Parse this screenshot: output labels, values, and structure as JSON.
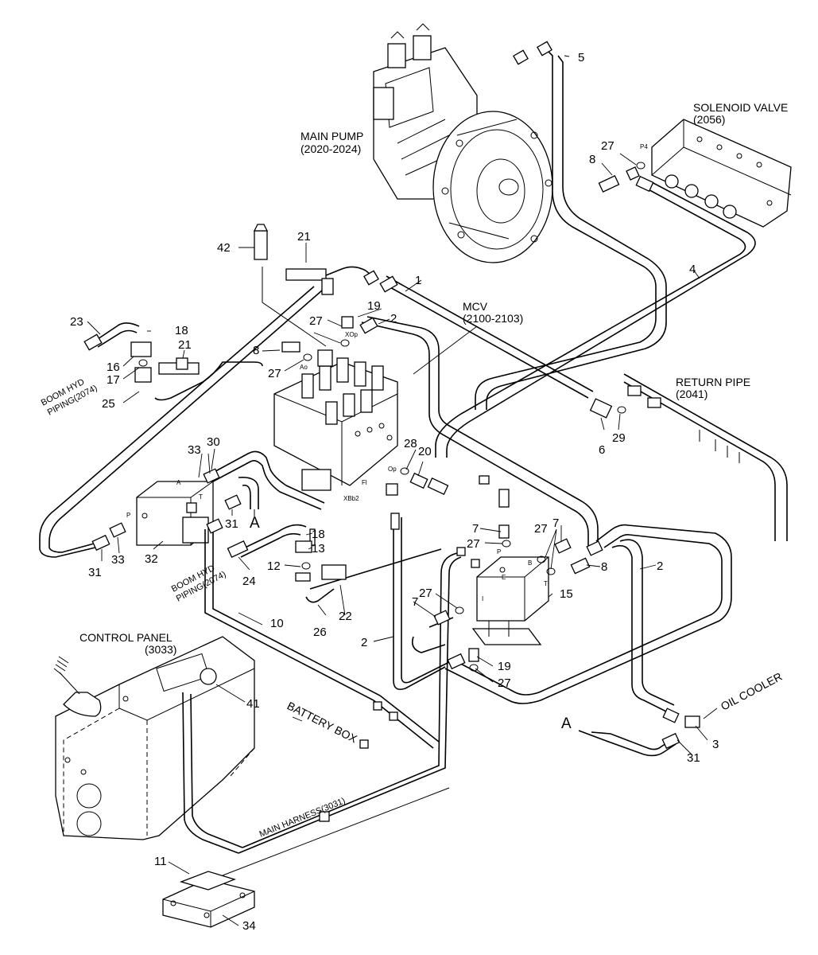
{
  "labels": {
    "main_pump": [
      "MAIN PUMP",
      "(2020-2024)"
    ],
    "solenoid_valve": [
      "SOLENOID VALVE",
      "(2056)"
    ],
    "mcv": [
      "MCV",
      "(2100-2103)"
    ],
    "return_pipe": [
      "RETURN PIPE",
      "(2041)"
    ],
    "control_panel": [
      "CONTROL PANEL",
      "(3033)"
    ],
    "battery_box": "BATTERY BOX",
    "oil_cooler": "OIL COOLER",
    "main_harness": "MAIN HARNESS(3031)",
    "boom_hyd_left": [
      "BOOM HYD",
      "PIPING(2074)"
    ],
    "boom_hyd_mid": [
      "BOOM HYD",
      "PIPING(2074)"
    ],
    "section_a_top": "A",
    "section_a_bottom": "A"
  },
  "ports": [
    "P4",
    "XOp",
    "Ao",
    "Op",
    "Fl",
    "XBb2",
    "P",
    "A",
    "T",
    "P",
    "E",
    "B",
    "T",
    "I"
  ],
  "callouts": [
    "1",
    "2",
    "2",
    "2",
    "3",
    "4",
    "5",
    "6",
    "7",
    "7",
    "7",
    "8",
    "8",
    "8",
    "10",
    "11",
    "12",
    "13",
    "15",
    "16",
    "17",
    "18",
    "18",
    "19",
    "19",
    "20",
    "21",
    "21",
    "22",
    "23",
    "24",
    "25",
    "26",
    "27",
    "27",
    "27",
    "27",
    "27",
    "27",
    "27",
    "28",
    "29",
    "30",
    "31",
    "31",
    "31",
    "32",
    "33",
    "33",
    "34",
    "41",
    "42"
  ],
  "colors": {
    "ink": "#000000",
    "paper": "#ffffff"
  }
}
